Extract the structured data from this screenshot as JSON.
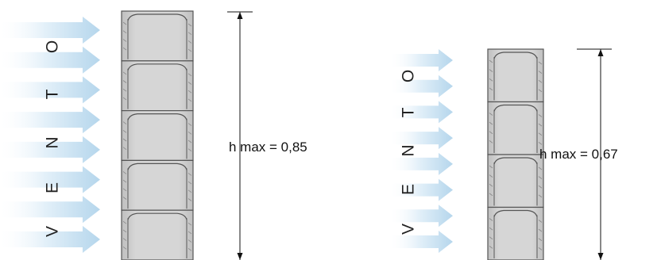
{
  "panels": [
    {
      "id": "left",
      "wind_label": "VENTO",
      "wind_letters": [
        "V",
        "E",
        "N",
        "T",
        "O"
      ],
      "height_label": "h max = 0,85",
      "block_count": 5,
      "arrow_count": 8
    },
    {
      "id": "right",
      "wind_label": "VENTO",
      "wind_letters": [
        "V",
        "E",
        "N",
        "T",
        "O"
      ],
      "height_label": "h max = 0,67",
      "block_count": 4,
      "arrow_count": 8
    }
  ],
  "colors": {
    "arrow_fill_light": "#eaf4fb",
    "arrow_fill_dark": "#b7d8ee",
    "block_fill": "#d0d0d0",
    "block_stroke": "#555555",
    "dimension_line": "#111111"
  },
  "icons": {
    "wind_arrow": "right-arrow-icon",
    "dimension_arrow": "double-vertical-arrow-icon"
  }
}
